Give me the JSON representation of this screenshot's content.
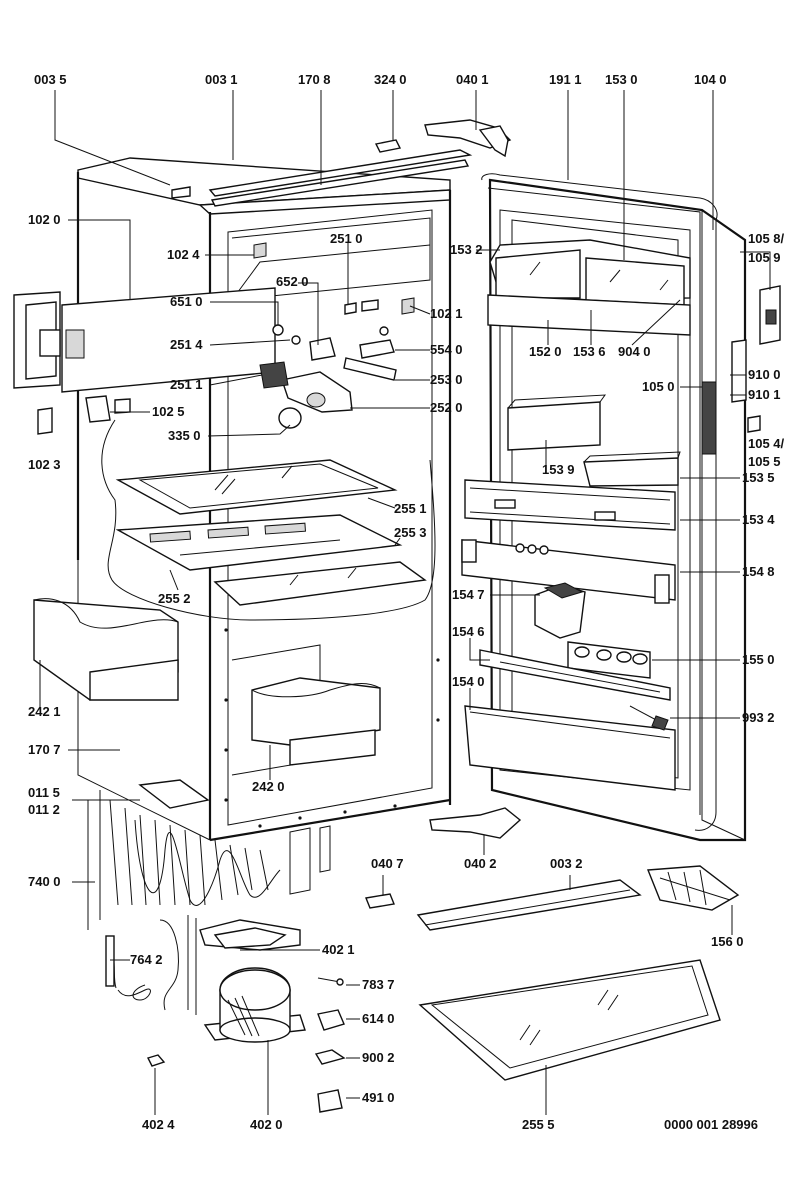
{
  "labels": {
    "l0035": "003 5",
    "l0031": "003 1",
    "l1708": "170 8",
    "l3240": "324 0",
    "l0401": "040 1",
    "l1911": "191 1",
    "l1530": "153 0",
    "l1040": "104 0",
    "l1020": "102 0",
    "l1024": "102 4",
    "l2510": "251 0",
    "l1532": "153 2",
    "l1058": "105 8/",
    "l1059": "105 9",
    "l6520": "652 0",
    "l6510": "651 0",
    "l1021": "102 1",
    "l2514": "251 4",
    "l5540": "554 0",
    "l1520": "152 0",
    "l1536": "153 6",
    "l9040": "904 0",
    "l9100": "910 0",
    "l2511": "251 1",
    "l2530": "253 0",
    "l1050": "105 0",
    "l9101": "910 1",
    "l1025": "102 5",
    "l2520": "252 0",
    "l1023": "102 3",
    "l3350": "335 0",
    "l1054": "105 4/",
    "l1055": "105 5",
    "l1539": "153 9",
    "l1535": "153 5",
    "l2551": "255 1",
    "l1534": "153 4",
    "l2553": "255 3",
    "l1548": "154 8",
    "l2552": "255 2",
    "l1547": "154 7",
    "l1546": "154 6",
    "l1550": "155 0",
    "l2421": "242 1",
    "l1540": "154 0",
    "l9932": "993 2",
    "l1707": "170 7",
    "l2420": "242 0",
    "l0115": "011 5",
    "l0112": "011 2",
    "l0402": "040 2",
    "l0407": "040 7",
    "l0032": "003 2",
    "l7400": "740 0",
    "l1560": "156 0",
    "l4021": "402 1",
    "l7642": "764 2",
    "l7837": "783 7",
    "l6140": "614 0",
    "l9002": "900 2",
    "l4910": "491 0",
    "l4024": "402 4",
    "l4020": "402 0",
    "l2555": "255 5",
    "docnum": "0000 001 28996"
  }
}
